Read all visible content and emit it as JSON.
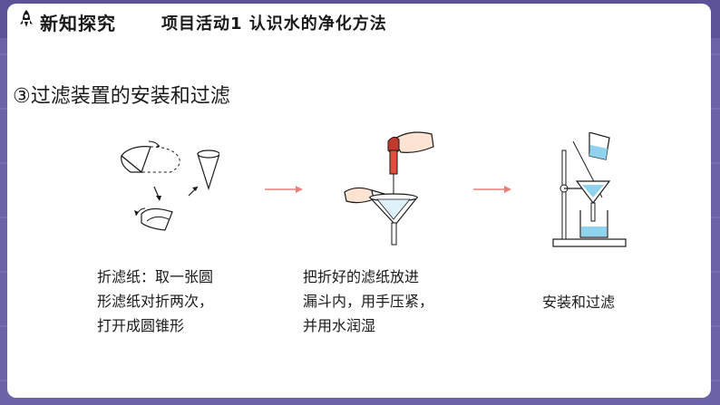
{
  "header": {
    "label": "新知探究",
    "title": "项目活动1  认识水的净化方法"
  },
  "section": {
    "heading": "③过滤装置的安装和过滤"
  },
  "steps": [
    {
      "lines": [
        "折滤纸：取一张圆",
        "形滤纸对折两次，",
        "打开成圆锥形"
      ]
    },
    {
      "lines": [
        "把折好的滤纸放进",
        "漏斗内，用手压紧，",
        "并用水润湿"
      ]
    },
    {
      "lines": [
        "安装和过滤"
      ]
    }
  ],
  "icons": {
    "header": "rocket-icon",
    "arrows": "right-arrow-icon"
  },
  "colors": {
    "frame": "#6b63a8",
    "header_band": "#5b5298",
    "arrow": "#e8807a",
    "water": "#8fd3ef"
  }
}
